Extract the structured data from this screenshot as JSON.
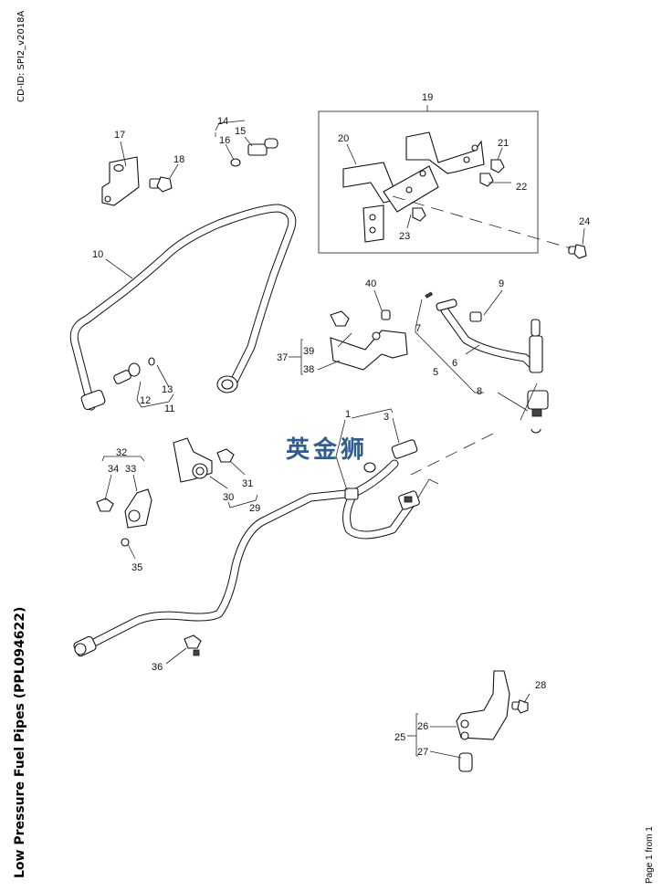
{
  "header": {
    "cd_id": "CD-ID: SPI2_v2018A"
  },
  "footer": {
    "title": "Low Pressure Fuel Pipes (PPL094622)",
    "page_info": "Page 1 from 1"
  },
  "watermark": "英金狮",
  "diagram": {
    "callouts": {
      "c1": "1",
      "c3": "3",
      "c5": "5",
      "c6": "6",
      "c7": "7",
      "c8": "8",
      "c9": "9",
      "c10": "10",
      "c11": "11",
      "c12": "12",
      "c13": "13",
      "c14": "14",
      "c15": "15",
      "c16": "16",
      "c17": "17",
      "c18": "18",
      "c19": "19",
      "c20": "20",
      "c21": "21",
      "c22": "22",
      "c23": "23",
      "c24": "24",
      "c25": "25",
      "c26": "26",
      "c27": "27",
      "c28": "28",
      "c29": "29",
      "c30": "30",
      "c31": "31",
      "c32": "32",
      "c33": "33",
      "c34": "34",
      "c35": "35",
      "c36": "36",
      "c37": "37",
      "c38": "38",
      "c39": "39",
      "c40": "40"
    }
  }
}
